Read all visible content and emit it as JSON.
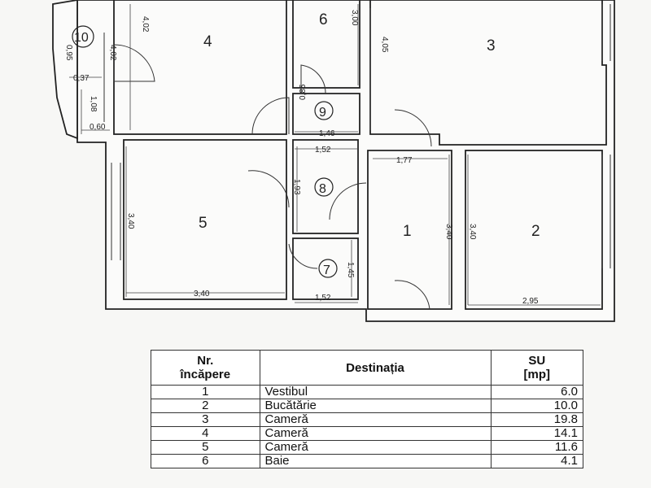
{
  "plan": {
    "rooms": [
      {
        "id": "1",
        "label": "1"
      },
      {
        "id": "2",
        "label": "2"
      },
      {
        "id": "3",
        "label": "3"
      },
      {
        "id": "4",
        "label": "4"
      },
      {
        "id": "5",
        "label": "5"
      },
      {
        "id": "6",
        "label": "6"
      },
      {
        "id": "7",
        "label": "7"
      },
      {
        "id": "8",
        "label": "8"
      },
      {
        "id": "9",
        "label": "9"
      },
      {
        "id": "10",
        "label": "10"
      }
    ],
    "dimensions": {
      "d_4_02_a": "4,02",
      "d_4_02_b": "4,02",
      "d_0_95": "0,95",
      "d_0_37": "0,37",
      "d_1_08": "1,08",
      "d_0_60": "0,60",
      "d_3_00": "3,00",
      "d_4_05": "4,05",
      "d_0_85": "0,85",
      "d_1_46": "1,46",
      "d_1_52_top": "1,52",
      "d_1_77": "1,77",
      "d_1_93": "1,93",
      "d_3_40_left": "3,40",
      "d_3_40_bottom": "3,40",
      "d_1_45": "1,45",
      "d_1_52_bottom": "1,52",
      "d_3_40_mid": "3,40",
      "d_3_40_right": "3,40",
      "d_2_95": "2,95"
    }
  },
  "table": {
    "headers": {
      "nr": "Nr.\nîncăpere",
      "destinatia": "Destinația",
      "su": "SU\n[mp]"
    },
    "rows": [
      {
        "nr": "1",
        "destinatia": "Vestibul",
        "su": "6.0"
      },
      {
        "nr": "2",
        "destinatia": "Bucătărie",
        "su": "10.0"
      },
      {
        "nr": "3",
        "destinatia": "Cameră",
        "su": "19.8"
      },
      {
        "nr": "4",
        "destinatia": "Cameră",
        "su": "14.1"
      },
      {
        "nr": "5",
        "destinatia": "Cameră",
        "su": "11.6"
      },
      {
        "nr": "6",
        "destinatia": "Baie",
        "su": "4.1"
      }
    ]
  }
}
